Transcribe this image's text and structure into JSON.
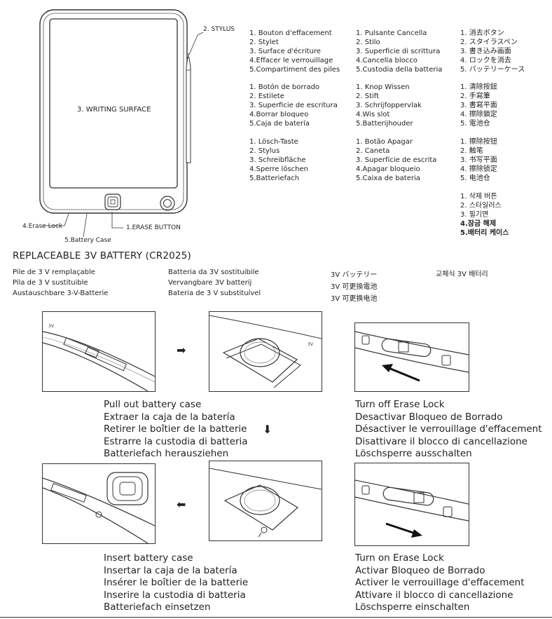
{
  "diagram": {
    "stylus_label": "2. STYLUS",
    "surface_label": "3. WRITING SURFACE",
    "erase_lock_label": "4.Erase Lock",
    "battery_case_label": "5.Battery Case",
    "erase_button_label": "1.ERASE BUTTON"
  },
  "part_lists": {
    "french": [
      "1. Bouton d'effacement",
      "2. Stylet",
      "3. Surface d'écriture",
      "4.Effacer le verrouillage",
      "5.Compartiment des piles"
    ],
    "italian": [
      "1. Pulsante Cancella",
      "2. Stilo",
      "3. Superficie di scrittura",
      "4.Cancella blocco",
      "5.Custodia della batteria"
    ],
    "japanese": [
      "1. 消去ボタン",
      "2. スタイラスペン",
      "3. 書き込み画面",
      "4. ロックを消去",
      "5. バッテリーケース"
    ],
    "spanish": [
      "1. Botón de borrado",
      "2. Estilete",
      "3. Superficie de escritura",
      "4.Borrar bloqueo",
      "5.Caja de batería"
    ],
    "dutch": [
      "1. Knop Wissen",
      "2. Stift",
      "3. Schrijfoppervlak",
      "4.Wis slot",
      "5.Batterijhouder"
    ],
    "chinese_traditional": [
      "1. 清除按鈕",
      "2. 手寫筆",
      "3. 書寫平面",
      "4. 擦除鎖定",
      "5. 電池仓"
    ],
    "german": [
      "1. Lösch-Taste",
      "2. Stylus",
      "3. Schreibfläche",
      "4.Sperre löschen",
      "5.Batteriefach"
    ],
    "portuguese": [
      "1. Botão Apagar",
      "2. Caneta",
      "3. Superfície de escrita",
      "4.Apagar bloqueio",
      "5.Caixa de bateria"
    ],
    "chinese_simplified": [
      "1. 擦除按钮",
      "2. 触笔",
      "3. 书写平面",
      "4. 擦除锁定",
      "5. 电池仓"
    ],
    "korean": [
      "1. 삭제 버튼",
      "2. 스타일러스",
      "3. 필기면",
      "4.잠금 해제",
      "5.배터리 케이스"
    ]
  },
  "battery": {
    "heading": "REPLACEABLE 3V BATTERY (CR2025)",
    "col1": [
      "Pile de 3 V remplaçable",
      "Pila de 3 V sustituible",
      "Austauschbare 3-V-Batterie"
    ],
    "col2": [
      "Batteria da 3V sostituibile",
      "Vervangbare 3V batterij",
      "Bateria de 3 V substituível"
    ],
    "col3": [
      "3V バッテリー",
      "3V 可更換電池",
      "3V 可更换电池"
    ],
    "col4": [
      "교체식 3V 배터리"
    ]
  },
  "steps": {
    "pull_out": [
      "Pull out battery case",
      "Extraer la caja de la batería",
      "Retirer le boîtier de la batterie",
      "Estrarre la custodia di batteria",
      "Batteriefach herausziehen"
    ],
    "turn_off": [
      "Turn off Erase Lock",
      "Desactivar Bloqueo de Borrado",
      "Désactiver le verrouillage d'effacement",
      "Disattivare il blocco di cancellazione",
      "Löschsperre ausschalten"
    ],
    "insert": [
      "Insert battery case",
      "Insertar la caja de la batería",
      "Insérer le boîtier de la batterie",
      "Inserire la custodia di batteria",
      "Batteriefach einsetzen"
    ],
    "turn_on": [
      "Turn on Erase Lock",
      "Activar Bloqueo de Borrado",
      "Activer le verrouillage d'effacement",
      "Attivare il blocco di cancellazione",
      "Löschsperre einschalten"
    ]
  },
  "photo_marks": {
    "label_3v": "3V",
    "label_3v_lock": "3V"
  }
}
